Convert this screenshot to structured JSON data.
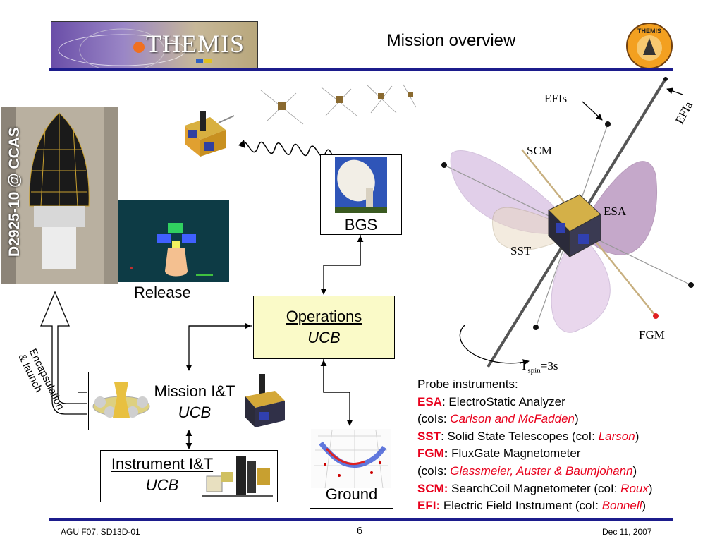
{
  "header": {
    "logo_text": "THEMIS",
    "title": "Mission overview",
    "badge_text": "THEMIS"
  },
  "photo": {
    "vertical_caption": "D2925-10 @ CCAS"
  },
  "labels": {
    "release": "Release",
    "bgs": "BGS",
    "encapsulation": "Encapsulation\n& launch"
  },
  "boxes": {
    "operations": {
      "title": "Operations",
      "subtitle": "UCB"
    },
    "mission_it": {
      "title": "Mission I&T",
      "subtitle": "UCB"
    },
    "instrument_it": {
      "title": "Instrument I&T",
      "subtitle": "UCB"
    },
    "ground": {
      "title": "Ground"
    }
  },
  "spacecraft_labels": {
    "efis": "EFIs",
    "efia": "EFIa",
    "scm": "SCM",
    "esa": "ESA",
    "sst": "SST",
    "fgm": "FGM",
    "tspin_t": "T",
    "tspin_sub": "spin",
    "tspin_val": "=3s"
  },
  "instruments": {
    "heading": "Probe instruments:",
    "esa": {
      "abbr": "ESA",
      "desc": ": ElectroStatic Analyzer",
      "cois_pre": "(coIs: ",
      "cois": "Carlson and McFadden",
      "cois_post": ")"
    },
    "sst": {
      "abbr": "SST",
      "desc": ": Solid State Telescopes (coI: ",
      "coi": "Larson",
      "post": ")"
    },
    "fgm": {
      "abbr": "FGM",
      "colon": ":",
      "desc": " FluxGate Magnetometer",
      "cois_pre": "(coIs: ",
      "cois": "Glassmeier, Auster & Baumjohann",
      "cois_post": ")"
    },
    "scm": {
      "abbr": "SCM:",
      "desc": " SearchCoil Magnetometer (coI: ",
      "coi": "Roux",
      "post": ")"
    },
    "efi": {
      "abbr": "EFI:",
      "desc": " Electric Field Instrument (coI: ",
      "coi": "Bonnell",
      "post": ")"
    }
  },
  "footer": {
    "left": "AGU F07, SD13D-01",
    "page": "6",
    "date": "Dec 11, 2007"
  },
  "colors": {
    "rule": "#1c1c8c",
    "accent_red": "#e8001c",
    "operations_fill": "#fafac8"
  }
}
